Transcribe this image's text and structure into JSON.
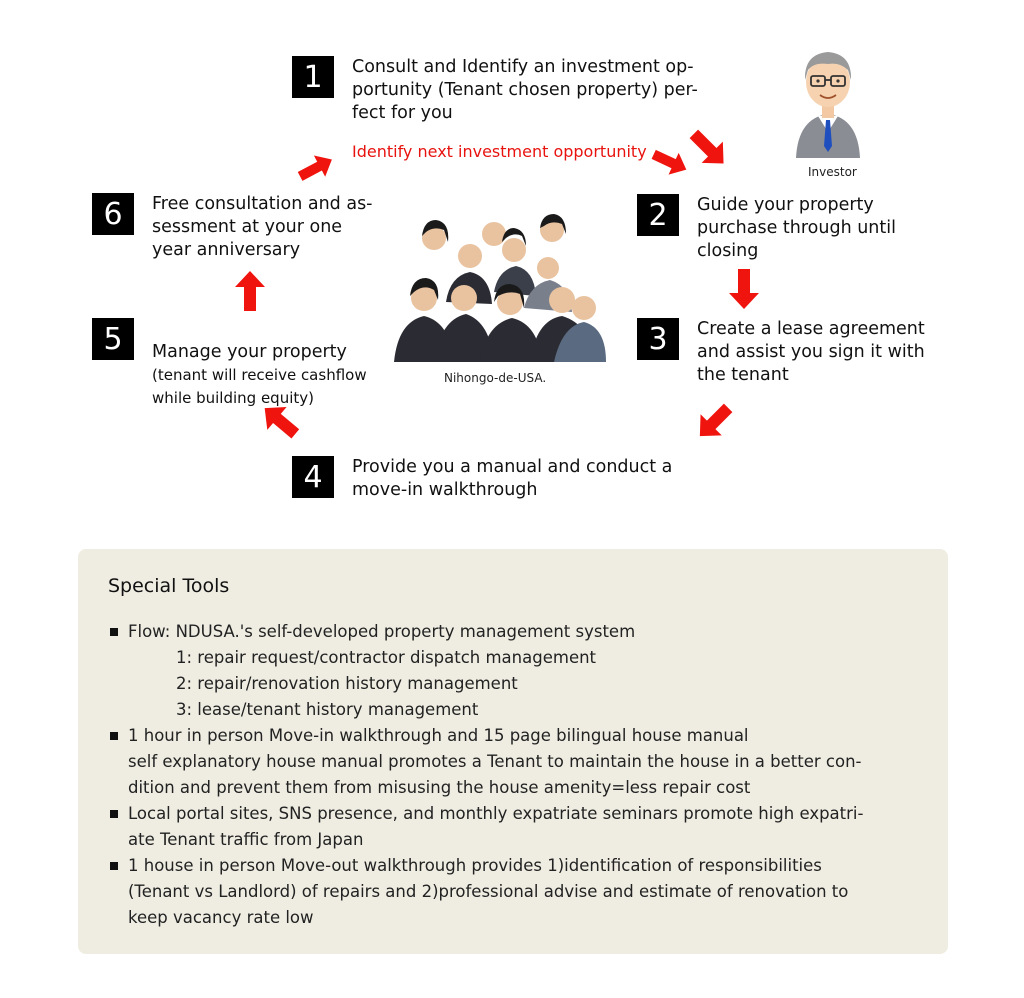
{
  "steps": [
    {
      "num": "1",
      "text": "Consult and Identify an investment op-\nportunity (Tenant chosen property) per-\nfect for you"
    },
    {
      "num": "2",
      "text": "Guide your property\npurchase through until\nclosing"
    },
    {
      "num": "3",
      "text": "Create a lease agreement\nand assist you sign it with\nthe tenant"
    },
    {
      "num": "4",
      "text": "Provide you a manual and conduct a\nmove-in walkthrough"
    },
    {
      "num": "5",
      "text": "Manage your property",
      "subtext": "(tenant will receive cashflow\nwhile building equity)"
    },
    {
      "num": "6",
      "text": "Free consultation and as-\nsessment at your one\nyear anniversary"
    }
  ],
  "identify_next": "Identify next investment opportunity",
  "investor_label": "Investor",
  "team_label": "Nihongo-de-USA.",
  "special_tools": {
    "title": "Special Tools",
    "flow": "Flow: NDUSA.'s self-developed property management system",
    "flow_items": [
      "1: repair request/contractor dispatch management",
      "2: repair/renovation history management",
      "3: lease/tenant history management"
    ],
    "walkthrough": "1 hour in person Move-in walkthrough and 15 page bilingual house manual",
    "walkthrough_cont": "self explanatory house manual promotes a Tenant to maintain the house in a better con-\ndition and prevent them from misusing the house amenity=less repair cost",
    "portal": "Local portal sites, SNS presence, and monthly expatriate seminars promote high expatri-\nate Tenant traffic from Japan",
    "moveout": "1 house in person Move-out walkthrough provides 1)identification of responsibilities\n(Tenant vs Landlord) of repairs and 2)professional advise and estimate of renovation to\nkeep vacancy rate low"
  },
  "colors": {
    "arrow": "#f0140f",
    "panel": "#efede2",
    "accent_text": "#e8130f"
  }
}
